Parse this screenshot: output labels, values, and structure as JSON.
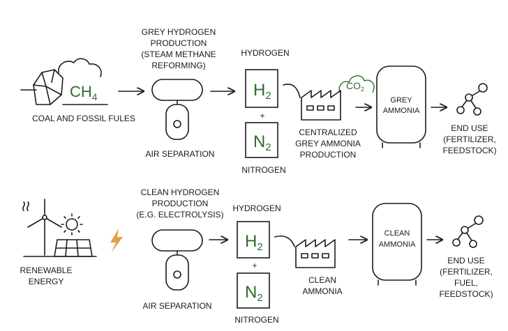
{
  "grey": {
    "source_label": "COAL AND FOSSIL FULES",
    "methane": {
      "main": "CH",
      "sub": "4"
    },
    "production": [
      "GREY HYDROGEN",
      "PRODUCTION",
      "(STEAM METHANE",
      "REFORMING)"
    ],
    "air_separation": "AIR SEPARATION",
    "hydrogen_label": "HYDROGEN",
    "h2": {
      "main": "H",
      "sub": "2"
    },
    "plus": "+",
    "n2": {
      "main": "N",
      "sub": "2"
    },
    "nitrogen_label": "NITROGEN",
    "co2": {
      "main": "CO",
      "sub": "2"
    },
    "plant": [
      "CENTRALIZED",
      "GREY AMMONIA",
      "PRODUCTION"
    ],
    "tank": [
      "GREY",
      "AMMONIA"
    ],
    "end_use": [
      "END USE",
      "(FERTILIZER,",
      "FEEDSTOCK)"
    ]
  },
  "clean": {
    "source_label": [
      "RENEWABLE",
      "ENERGY"
    ],
    "production": [
      "CLEAN HYDROGEN",
      "PRODUCTION",
      "(E.G. ELECTROLYSIS)"
    ],
    "air_separation": "AIR SEPARATION",
    "hydrogen_label": "HYDROGEN",
    "h2": {
      "main": "H",
      "sub": "2"
    },
    "plus": "+",
    "n2": {
      "main": "N",
      "sub": "2"
    },
    "nitrogen_label": "NITROGEN",
    "plant": [
      "CLEAN",
      "AMMONIA"
    ],
    "tank": [
      "CLEAN",
      "AMMONIA"
    ],
    "end_use": [
      "END USE",
      "(FERTILIZER,",
      "FUEL,",
      "FEEDSTOCK)"
    ]
  },
  "colors": {
    "green": "#2e6b2a",
    "line": "#1a1a1a",
    "bolt": "#e0a24a"
  }
}
